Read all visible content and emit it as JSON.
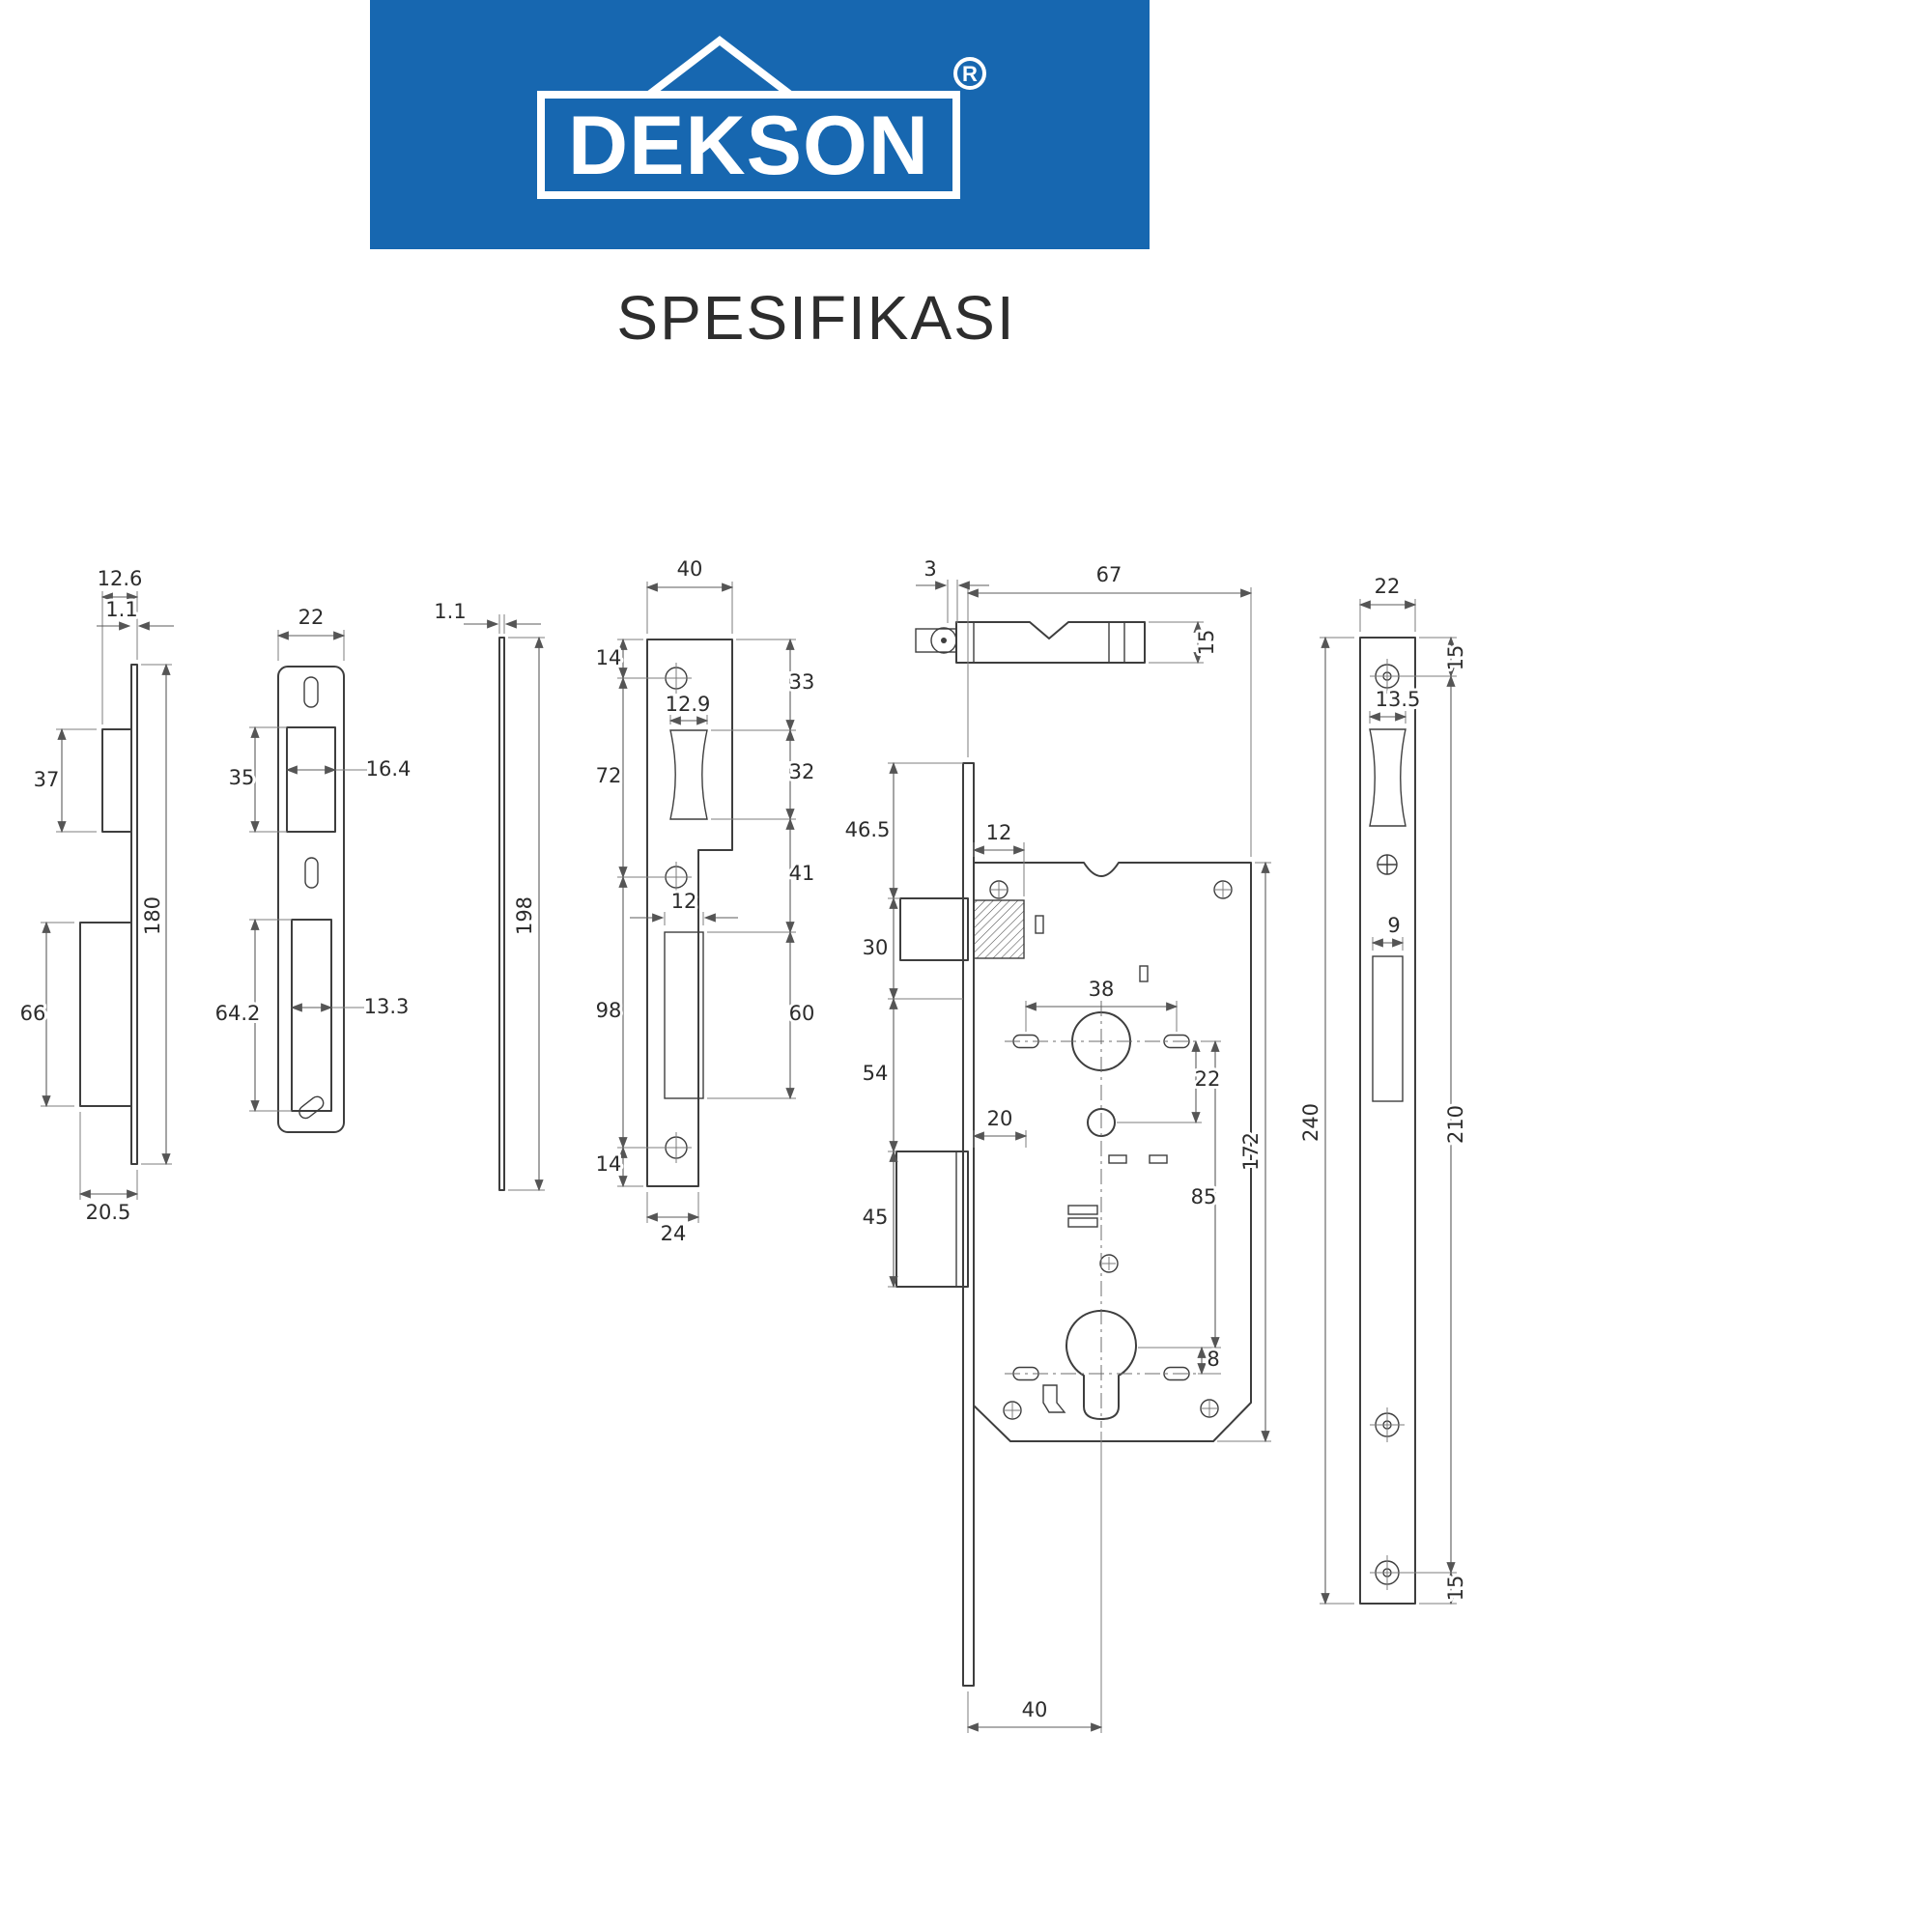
{
  "banner": {
    "logo_text": "DEKSON",
    "registered": "R",
    "bg_color": "#1767b0"
  },
  "title": "SPESIFIKASI",
  "views": {
    "side": {
      "top_width": "12.6",
      "thickness": "1.1",
      "latch_height": "37",
      "total_height": "180",
      "bolt_height": "66",
      "bottom_width": "20.5"
    },
    "front_plate": {
      "width": "22",
      "latch_height": "35",
      "latch_width": "16.4",
      "bolt_height": "64.2",
      "bolt_width": "13.3"
    },
    "edge": {
      "thickness": "1.1",
      "height": "198"
    },
    "strike": {
      "top_width": "40",
      "top_offset": "14",
      "latch_width": "12.9",
      "latch_span": "72",
      "seg_33": "33",
      "seg_32": "32",
      "seg_41": "41",
      "bolt_width": "12",
      "bolt_span": "98",
      "bolt_height": "60",
      "bottom_offset": "14",
      "bottom_width": "24"
    },
    "body": {
      "pin": "3",
      "latch_height": "15",
      "width": "67",
      "top_span": "46.5",
      "spring_width": "12",
      "latch_span": "30",
      "mid_span": "54",
      "handle_span": "38",
      "spindle_offset": "22",
      "bolt_throw": "20",
      "centers": "85",
      "height": "172",
      "bolt_span": "45",
      "cyl_offset": "8",
      "backset": "40"
    },
    "faceplate": {
      "width": "22",
      "top_offset": "15",
      "latch_width": "13.5",
      "height": "240",
      "hole_span": "210",
      "bolt_width": "9",
      "bottom_offset": "15"
    }
  }
}
